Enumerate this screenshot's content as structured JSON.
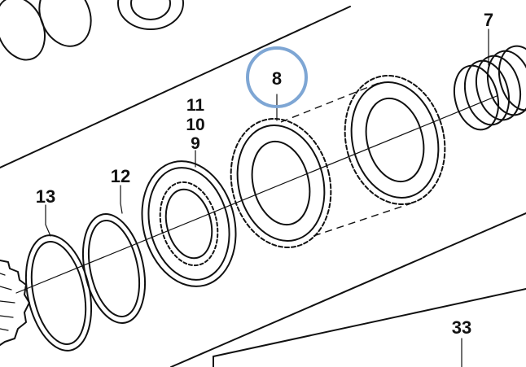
{
  "callouts": {
    "part_7": "7",
    "part_8": "8",
    "part_9": "9",
    "part_10": "10",
    "part_11": "11",
    "part_12": "12",
    "part_13": "13",
    "part_33": "33"
  },
  "highlight": {
    "part": "8",
    "color": "#7ea6d4"
  },
  "ink_color": "#111111"
}
